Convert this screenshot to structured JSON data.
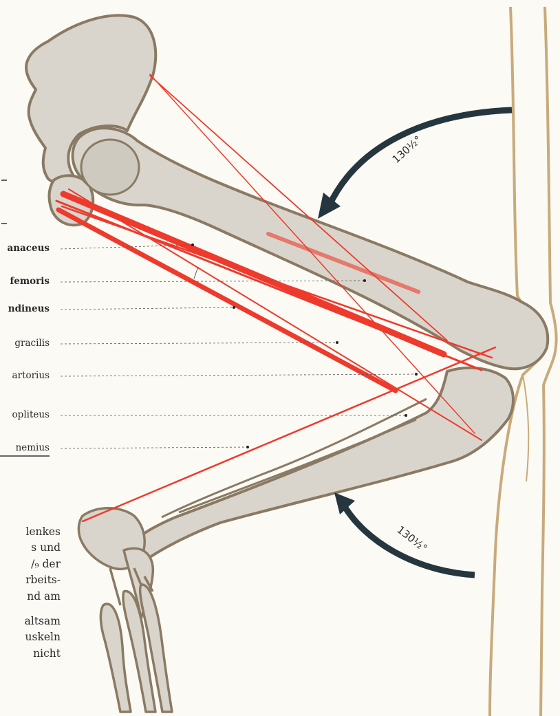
{
  "muscles": [
    {
      "label": "anaceus",
      "bold": true
    },
    {
      "label": "femoris",
      "bold": true
    },
    {
      "label": "ndineus",
      "bold": true
    },
    {
      "label": "gracilis",
      "bold": false
    },
    {
      "label": "artorius",
      "bold": false
    },
    {
      "label": "opliteus",
      "bold": false
    },
    {
      "label": "nemius",
      "bold": false
    }
  ],
  "angles": {
    "hip": "130½°",
    "knee": "130½°"
  },
  "paragraph": {
    "lines": [
      "lenkes",
      "s  und",
      "/₉  der",
      "rbeits-",
      "nd am",
      "",
      "altsam",
      "uskeln",
      "nicht"
    ]
  },
  "colors": {
    "bone_fill": "#d9d5cc",
    "bone_stroke": "#8a7a64",
    "muscle": "#ee3a2c",
    "arrow": "#26363f",
    "body_outline": "#c8aa7c"
  },
  "icons": [
    "curved-arrow-icon",
    "curved-arrow-icon"
  ]
}
